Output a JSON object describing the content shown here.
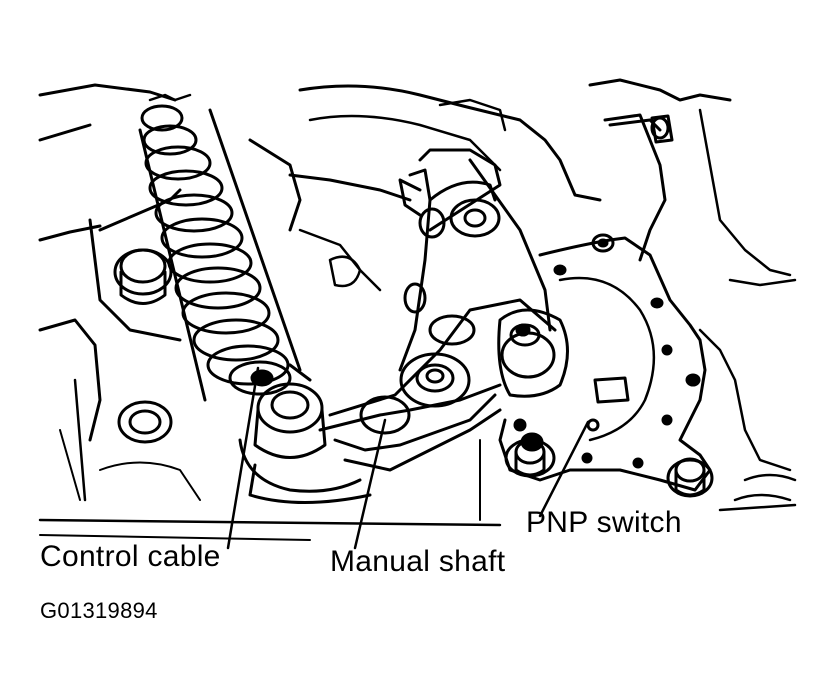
{
  "labels": {
    "control_cable": "Control cable",
    "manual_shaft": "Manual shaft",
    "pnp_switch": "PNP switch",
    "figure_code": "G01319894"
  },
  "colors": {
    "ink": "#000000",
    "paper": "#ffffff"
  }
}
